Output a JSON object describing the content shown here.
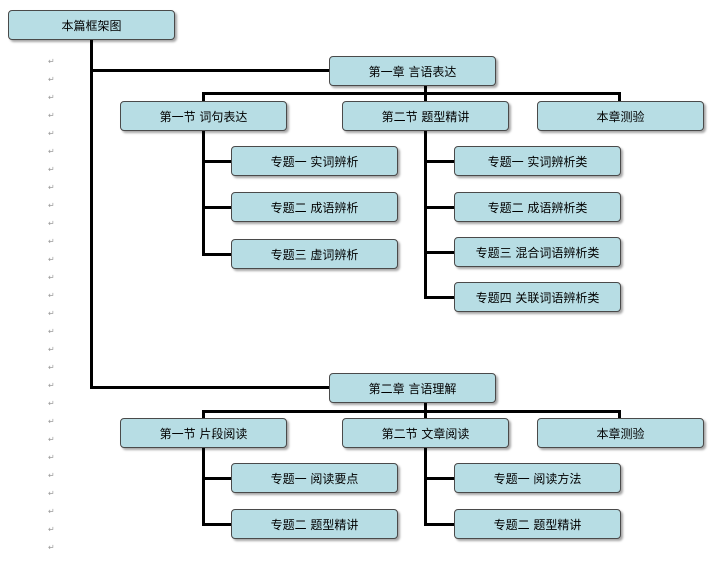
{
  "colors": {
    "box_fill": "#b7dde4",
    "box_border": "#4a4a4a",
    "connector": "#000000"
  },
  "root": "本篇框架图",
  "chapters": [
    {
      "title": "第一章  言语表达",
      "sections": [
        {
          "title": "第一节  词句表达",
          "topics": [
            "专题一  实词辨析",
            "专题二  成语辨析",
            "专题三  虚词辨析"
          ]
        },
        {
          "title": "第二节  题型精讲",
          "topics": [
            "专题一  实词辨析类",
            "专题二  成语辨析类",
            "专题三  混合词语辨析类",
            "专题四  关联词语辨析类"
          ]
        },
        {
          "title": "本章测验",
          "topics": []
        }
      ]
    },
    {
      "title": "第二章  言语理解",
      "sections": [
        {
          "title": "第一节  片段阅读",
          "topics": [
            "专题一  阅读要点",
            "专题二  题型精讲"
          ]
        },
        {
          "title": "第二节  文章阅读",
          "topics": [
            "专题一  阅读方法",
            "专题二  题型精讲"
          ]
        },
        {
          "title": "本章测验",
          "topics": []
        }
      ]
    }
  ]
}
